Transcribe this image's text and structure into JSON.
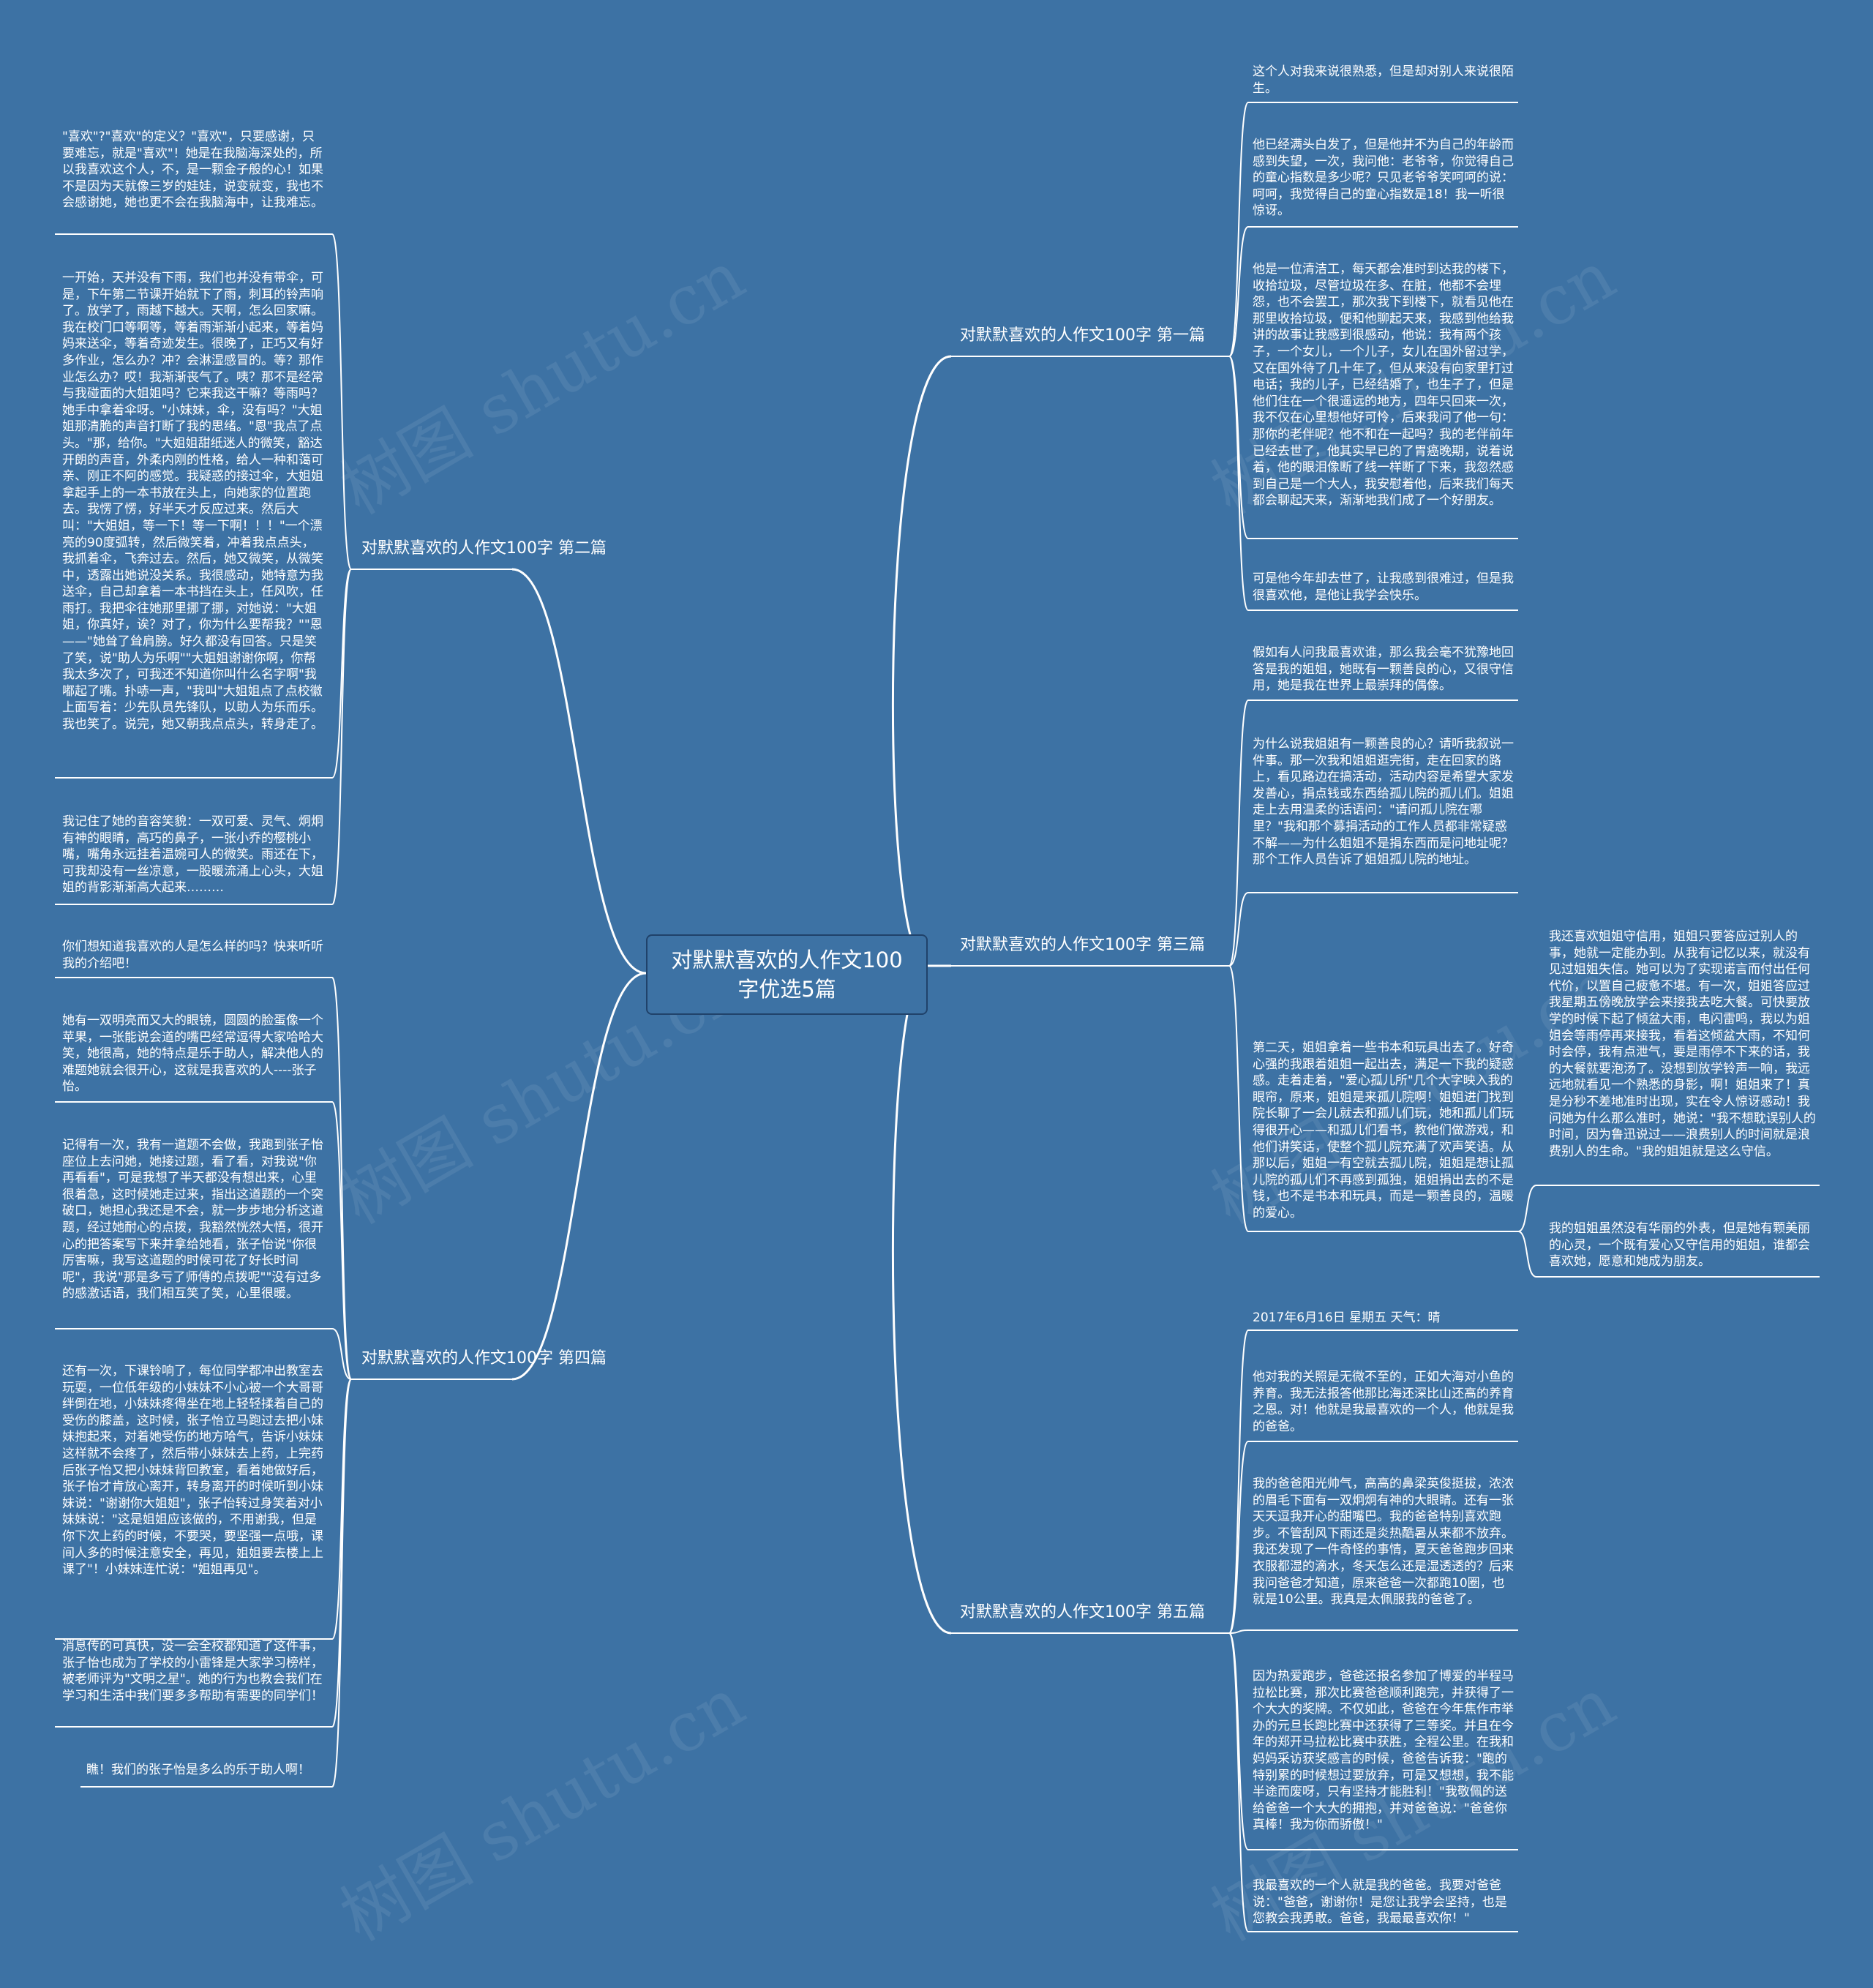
{
  "title": "对默默喜欢的人作文100字优选5篇",
  "watermark": "树图 shutu.cn",
  "colors": {
    "background": "#3d72a4",
    "line": "#ffffff",
    "center_border": "#20426a"
  },
  "branches": {
    "b1": {
      "label": "对默默喜欢的人作文100字 第一篇",
      "leaves": [
        "这个人对我来说很熟悉，但是却对别人来说很陌生。",
        "他已经满头白发了，但是他并不为自己的年龄而感到失望，一次，我问他：老爷爷，你觉得自己的童心指数是多少呢？只见老爷爷笑呵呵的说：呵呵，我觉得自己的童心指数是18！我一听很惊讶。",
        "他是一位清洁工，每天都会准时到达我的楼下，收拾垃圾，尽管垃圾在多、在脏，他都不会埋怨，也不会罢工，那次我下到楼下，就看见他在那里收拾垃圾，便和他聊起天来，我感到他给我讲的故事让我感到很感动，他说：我有两个孩子，一个女儿，一个儿子，女儿在国外留过学，又在国外待了几十年了，但从来没有向家里打过电话；我的儿子，已经结婚了，也生子了，但是他们住在一个很遥远的地方，四年只回来一次，我不仅在心里想他好可怜，后来我问了他一句：那你的老伴呢？他不和在一起吗？我的老伴前年已经去世了，他其实早已的了胃癌晚期，说着说着，他的眼泪像断了线一样断了下来，我忽然感到自己是一个大人，我安慰着他，后来我们每天都会聊起天来，渐渐地我们成了一个好朋友。",
        "可是他今年却去世了，让我感到很难过，但是我很喜欢他，是他让我学会快乐。"
      ]
    },
    "b2": {
      "label": "对默默喜欢的人作文100字 第二篇",
      "leaves": [
        "\"喜欢\"?\"喜欢\"的定义？\"喜欢\"，只要感谢，只要难忘，就是\"喜欢\"！她是在我脑海深处的，所以我喜欢这个人，不，是一颗金子般的心！如果不是因为天就像三岁的娃娃，说变就变，我也不会感谢她，她也更不会在我脑海中，让我难忘。",
        "一开始，天并没有下雨，我们也并没有带伞，可是，下午第二节课开始就下了雨，刺耳的铃声响了。放学了，雨越下越大。天啊，怎么回家嘛。我在校门口等啊等，等着雨渐渐小起来，等着妈妈来送伞，等着奇迹发生。很晚了，正巧又有好多作业，怎么办？冲？会淋湿感冒的。等？那作业怎么办？哎！我渐渐丧气了。咦？那不是经常与我碰面的大姐姐吗？它来我这干嘛？等雨吗？她手中拿着伞呀。\"小妹妹，伞，没有吗？\"大姐姐那清脆的声音打断了我的思绪。\"恩\"我点了点头。\"那，给你。\"大姐姐甜纸迷人的微笑，豁达开朗的声音，外柔内刚的性格，给人一种和蔼可亲、刚正不阿的感觉。我疑惑的接过伞，大姐姐拿起手上的一本书放在头上，向她家的位置跑去。我愣了愣，好半天才反应过来。然后大叫：\"大姐姐，等一下！等一下啊！！！\"一个漂亮的90度弧转，然后微笑着，冲着我点点头，我抓着伞，飞奔过去。然后，她又微笑，从微笑中，透露出她说没关系。我很感动，她特意为我送伞，自己却拿着一本书挡在头上，任风吹，任雨打。我把伞往她那里挪了挪，对她说：\"大姐姐，你真好，诶？对了，你为什么要帮我？\"\"恩——\"她耸了耸肩膀。好久都没有回答。只是笑了笑，说\"助人为乐啊\"\"大姐姐谢谢你啊，你帮我太多次了，可我还不知道你叫什么名字啊\"我嘟起了嘴。扑哧一声，\"我叫\"大姐姐点了点校徽上面写着：少先队员先锋队，以助人为乐而乐。我也笑了。说完，她又朝我点点头，转身走了。",
        "我记住了她的音容笑貌：一双可爱、灵气、炯炯有神的眼睛，高巧的鼻子，一张小乔的樱桃小嘴，嘴角永远挂着温婉可人的微笑。雨还在下，可我却没有一丝凉意，一股暖流涌上心头，大姐姐的背影渐渐高大起来………"
      ]
    },
    "b3": {
      "label": "对默默喜欢的人作文100字 第三篇",
      "leaves": [
        "假如有人问我最喜欢谁，那么我会毫不犹豫地回答是我的姐姐，她既有一颗善良的心，又很守信用，她是我在世界上最崇拜的偶像。",
        "为什么说我姐姐有一颗善良的心？请听我叙说一件事。那一次我和姐姐逛完街，走在回家的路上，看见路边在搞活动，活动内容是希望大家发发善心，捐点钱或东西给孤儿院的孤儿们。姐姐走上去用温柔的话语问：\"请问孤儿院在哪里？\"我和那个募捐活动的工作人员都非常疑惑不解——为什么姐姐不是捐东西而是问地址呢？那个工作人员告诉了姐姐孤儿院的地址。",
        "第二天，姐姐拿着一些书本和玩具出去了。好奇心强的我跟着姐姐一起出去，满足一下我的疑惑感。走着走着，\"爱心孤儿所\"几个大字映入我的眼帘，原来，姐姐是来孤儿院啊！姐姐进门找到院长聊了一会儿就去和孤儿们玩，她和孤儿们玩得很开心——和孤儿们看书，教他们做游戏，和他们讲笑话，使整个孤儿院充满了欢声笑语。从那以后，姐姐一有空就去孤儿院，姐姐是想让孤儿院的孤儿们不再感到孤独，姐姐捐出去的不是钱，也不是书本和玩具，而是一颗善良的，温暖的爱心。"
      ],
      "sub_leaves": [
        "我还喜欢姐姐守信用，姐姐只要答应过别人的事，她就一定能办到。从我有记忆以来，就没有见过姐姐失信。她可以为了实现诺言而付出任何代价，以置自己疲惫不堪。有一次，姐姐答应过我星期五傍晚放学会来接我去吃大餐。可快要放学的时候下起了倾盆大雨，电闪雷鸣，我以为姐姐会等雨停再来接我，看着这倾盆大雨，不知何时会停，我有点泄气，要是雨停不下来的话，我的大餐就要泡汤了。没想到放学铃声一响，我远远地就看见一个熟悉的身影，啊！姐姐来了！真是分秒不差地准时出现，实在令人惊讶感动！我问她为什么那么准时，她说：\"我不想耽误别人的时间，因为鲁迅说过——浪费别人的时间就是浪费别人的生命。\"我的姐姐就是这么守信。",
        "我的姐姐虽然没有华丽的外表，但是她有颗美丽的心灵，一个既有爱心又守信用的姐姐，谁都会喜欢她，愿意和她成为朋友。"
      ]
    },
    "b4": {
      "label": "对默默喜欢的人作文100字 第四篇",
      "leaves": [
        "你们想知道我喜欢的人是怎么样的吗？快来听听我的介绍吧！",
        "她有一双明亮而又大的眼镜，圆圆的脸蛋像一个苹果，一张能说会道的嘴巴经常逗得大家哈哈大笑，她很高，她的特点是乐于助人，解决他人的难题她就会很开心，这就是我喜欢的人----张子怡。",
        "记得有一次，我有一道题不会做，我跑到张子怡座位上去问她，她接过题，看了看，对我说\"你再看看\"，可是我想了半天都没有想出来，心里很着急，这时候她走过来，指出这道题的一个突破口，她担心我还是不会，就一步步地分析这道题，经过她耐心的点拨，我豁然恍然大悟，很开心的把答案写下来并拿给她看，张子怡说\"你很厉害嘛，我写这道题的时候可花了好长时间呢\"，我说\"那是多亏了师傅的点拨呢\"\"没有过多的感激话语，我们相互笑了笑，心里很暖。",
        "还有一次，下课铃响了，每位同学都冲出教室去玩耍，一位低年级的小妹妹不小心被一个大哥哥绊倒在地，小妹妹疼得坐在地上轻轻揉着自己的受伤的膝盖，这时候，张子怡立马跑过去把小妹妹抱起来，对着她受伤的地方哈气，告诉小妹妹这样就不会疼了，然后带小妹妹去上药，上完药后张子怡又把小妹妹背回教室，看着她做好后，张子怡才肯放心离开，转身离开的时候听到小妹妹说：\"谢谢你大姐姐\"，张子怡转过身笑着对小妹妹说：\"这是姐姐应该做的，不用谢我，但是你下次上药的时候，不要哭，要坚强一点哦，课间人多的时候注意安全，再见，姐姐要去楼上上课了\"！小妹妹连忙说：\"姐姐再见\"。",
        "消息传的可真快，没一会全校都知道了这件事，张子怡也成为了学校的小雷锋是大家学习榜样，被老师评为\"文明之星\"。她的行为也教会我们在学习和生活中我们要多多帮助有需要的同学们！",
        "瞧！我们的张子怡是多么的乐于助人啊！"
      ]
    },
    "b5": {
      "label": "对默默喜欢的人作文100字 第五篇",
      "leaves": [
        "2017年6月16日 星期五 天气：晴",
        "他对我的关照是无微不至的，正如大海对小鱼的养育。我无法报答他那比海还深比山还高的养育之恩。对！他就是我最喜欢的一个人，他就是我的爸爸。",
        "我的爸爸阳光帅气，高高的鼻梁英俊挺拔，浓浓的眉毛下面有一双炯炯有神的大眼睛。还有一张天天逗我开心的甜嘴巴。我的爸爸特别喜欢跑步。不管刮风下雨还是炎热酷暑从来都不放弃。我还发现了一件奇怪的事情，夏天爸爸跑步回来衣服都湿的滴水，冬天怎么还是湿透透的？后来我问爸爸才知道，原来爸爸一次都跑10圈，也就是10公里。我真是太佩服我的爸爸了。",
        "因为热爱跑步，爸爸还报名参加了博爱的半程马拉松比赛，那次比赛爸爸顺利跑完，并获得了一个大大的奖牌。不仅如此，爸爸在今年焦作市举办的元旦长跑比赛中还获得了三等奖。并且在今年的郑开马拉松比赛中获胜，全程公里。在我和妈妈采访获奖感言的时候，爸爸告诉我：\"跑的特别累的时候想过要放弃，可是又想想，我不能半途而废呀，只有坚持才能胜利！\"我敬佩的送给爸爸一个大大的拥抱，并对爸爸说：\"爸爸你真棒！我为你而骄傲！\"",
        "我最喜欢的一个人就是我的爸爸。我要对爸爸说：\"爸爸，谢谢你！是您让我学会坚持，也是您教会我勇敢。爸爸，我最最喜欢你！\""
      ]
    }
  }
}
